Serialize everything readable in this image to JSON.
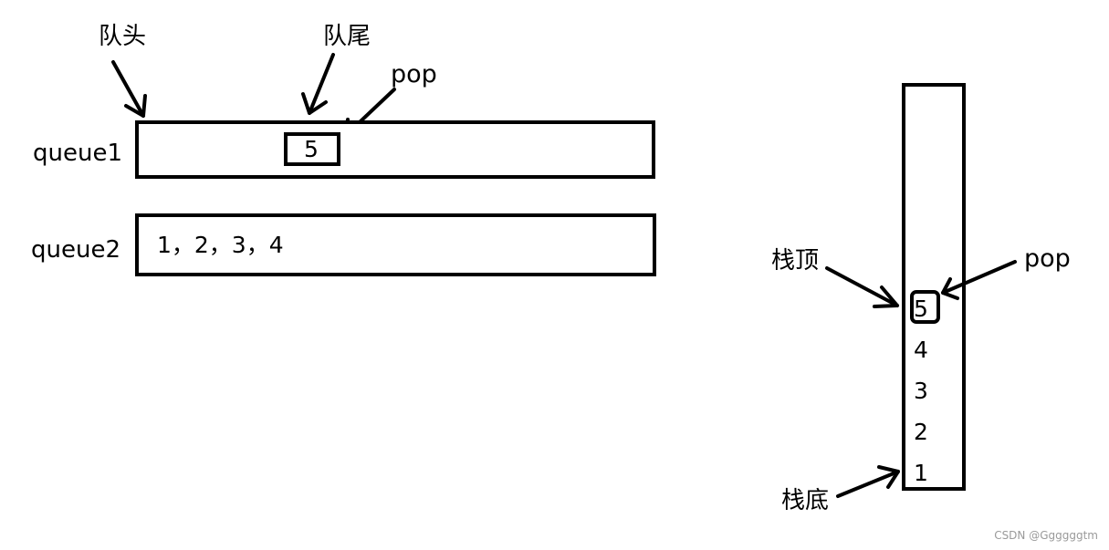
{
  "queue": {
    "head_label": "队头",
    "tail_label": "队尾",
    "pop_label": "pop",
    "queue1_label": "queue1",
    "queue1_item": "5",
    "queue2_label": "queue2",
    "queue2_items": "1，2，3，4"
  },
  "stack": {
    "top_label": "栈顶",
    "bottom_label": "栈底",
    "pop_label": "pop",
    "items": [
      "5",
      "4",
      "3",
      "2",
      "1"
    ]
  },
  "watermark": "CSDN @Ggggggtm"
}
